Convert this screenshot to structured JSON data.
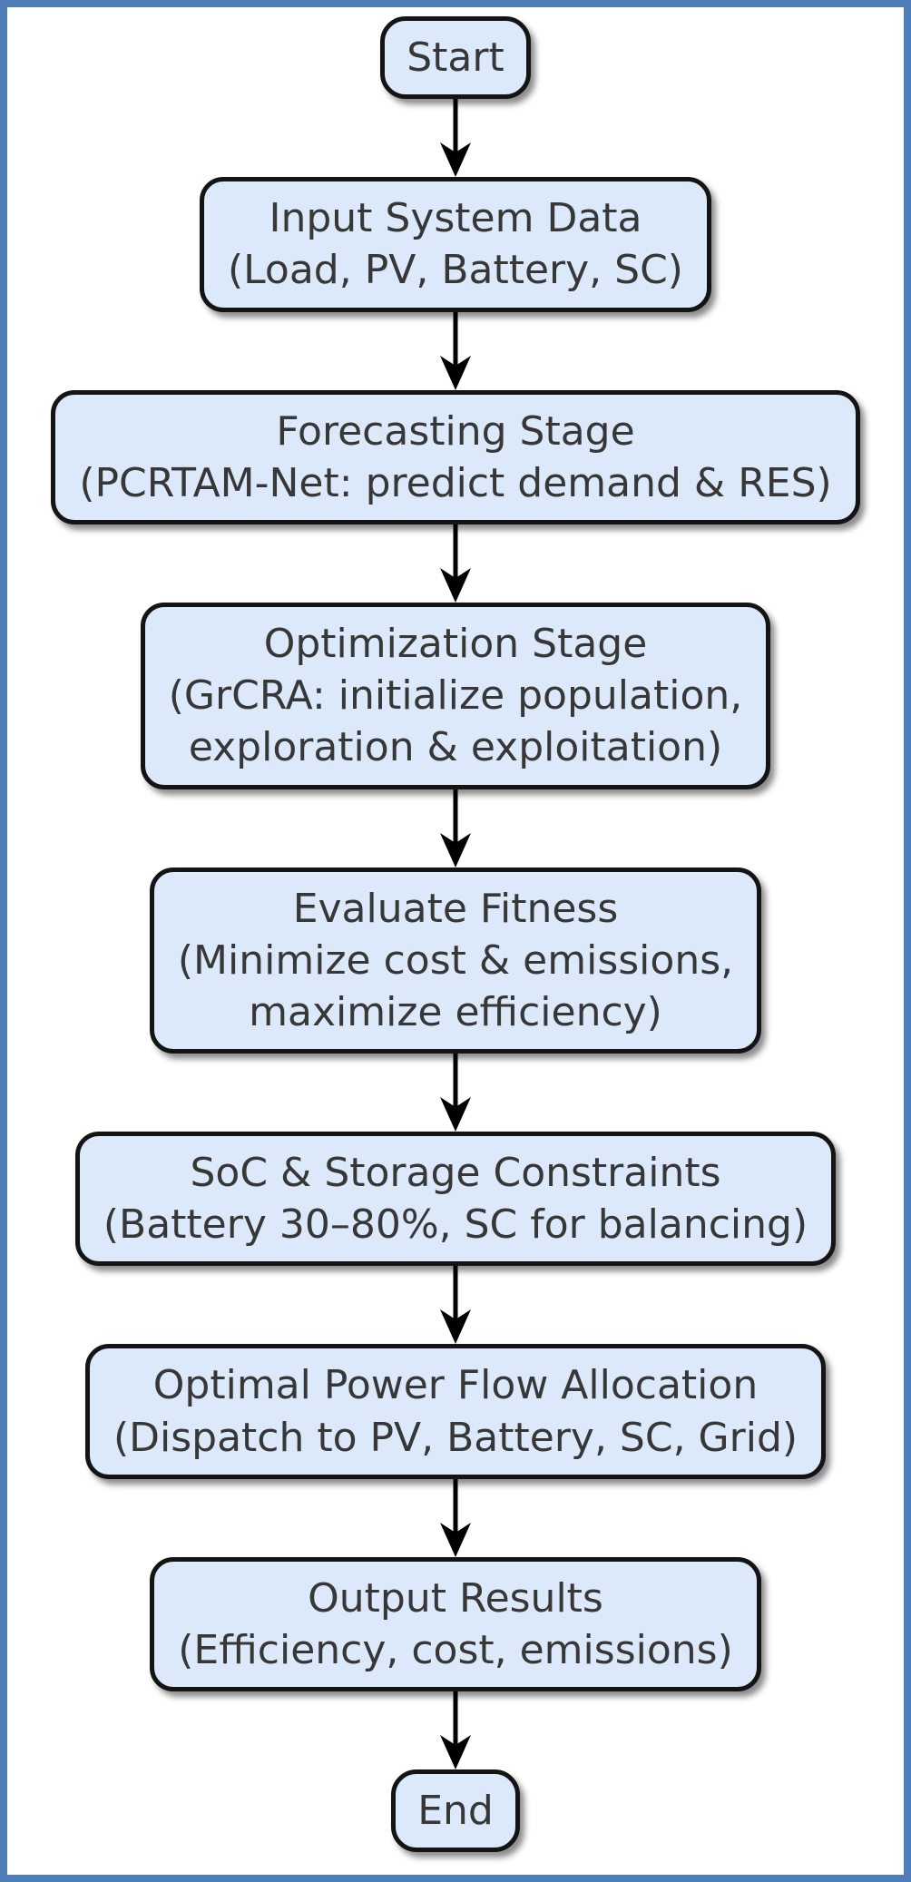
{
  "colors": {
    "frame_border": "#4e7db8",
    "node_fill": "#dce9fa",
    "node_border": "#141414",
    "node_text": "#373737",
    "arrow": "#000000"
  },
  "diagram": {
    "type": "flowchart",
    "direction": "top-down",
    "nodes": [
      {
        "id": "start",
        "lines": [
          "Start"
        ]
      },
      {
        "id": "input",
        "lines": [
          "Input System Data",
          "(Load, PV, Battery, SC)"
        ]
      },
      {
        "id": "forecasting",
        "lines": [
          "Forecasting Stage",
          "(PCRTAM-Net: predict demand & RES)"
        ]
      },
      {
        "id": "optimization",
        "lines": [
          "Optimization Stage",
          "(GrCRA: initialize population,",
          "exploration & exploitation)"
        ]
      },
      {
        "id": "fitness",
        "lines": [
          "Evaluate Fitness",
          "(Minimize cost & emissions,",
          "maximize efficiency)"
        ]
      },
      {
        "id": "constraints",
        "lines": [
          "SoC & Storage Constraints",
          "(Battery 30–80%, SC for balancing)"
        ]
      },
      {
        "id": "allocation",
        "lines": [
          "Optimal Power Flow Allocation",
          "(Dispatch to PV, Battery, SC, Grid)"
        ]
      },
      {
        "id": "output",
        "lines": [
          "Output Results",
          "(Efficiency, cost, emissions)"
        ]
      },
      {
        "id": "end",
        "lines": [
          "End"
        ]
      }
    ],
    "edges": [
      {
        "from": "start",
        "to": "input"
      },
      {
        "from": "input",
        "to": "forecasting"
      },
      {
        "from": "forecasting",
        "to": "optimization"
      },
      {
        "from": "optimization",
        "to": "fitness"
      },
      {
        "from": "fitness",
        "to": "constraints"
      },
      {
        "from": "constraints",
        "to": "allocation"
      },
      {
        "from": "allocation",
        "to": "output"
      },
      {
        "from": "output",
        "to": "end"
      }
    ]
  }
}
